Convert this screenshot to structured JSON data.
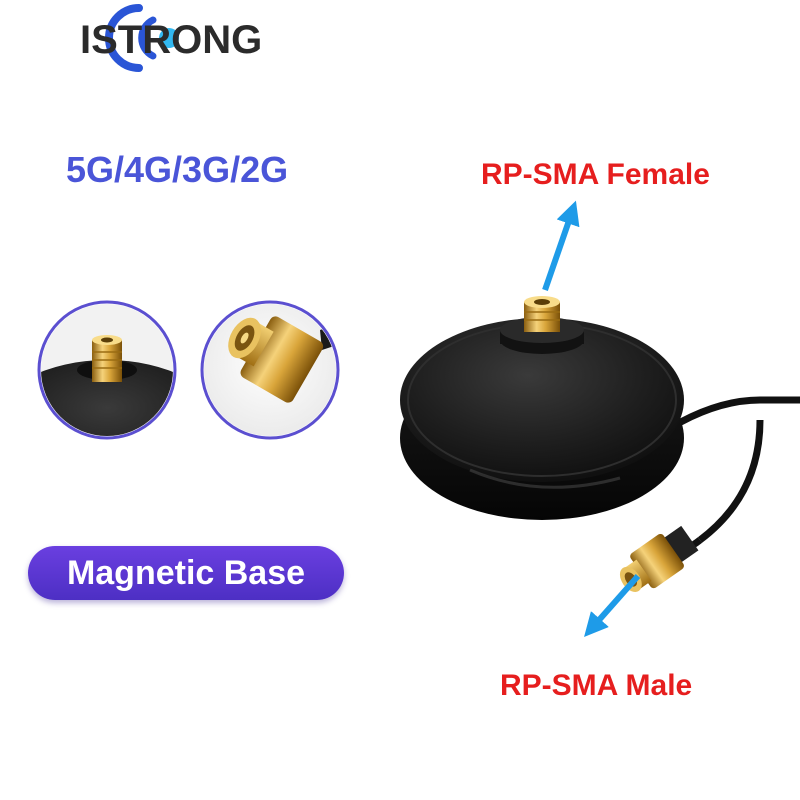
{
  "brand": {
    "name": "ISTRONG",
    "logo_colors": {
      "outer": "#2a55d6",
      "inner": "#32b8f0"
    }
  },
  "labels": {
    "network": "5G/4G/3G/2G",
    "connector_female": "RP-SMA Female",
    "connector_male": "RP-SMA Male",
    "magnetic_base": "Magnetic Base"
  },
  "colors": {
    "network_text": "#4a55d8",
    "connector_text": "#e61e1e",
    "pill_background": "#5a36d2",
    "arrow": "#1e9be8"
  },
  "icons": [
    "brand-logo-icon",
    "arrow-up-icon",
    "arrow-down-icon"
  ]
}
